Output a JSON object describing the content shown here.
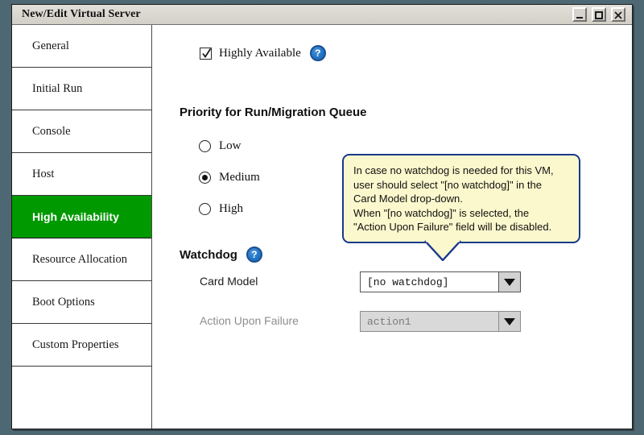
{
  "window": {
    "title": "New/Edit Virtual Server",
    "controls": {
      "minimize": "minimize-button",
      "maximize": "maximize-button",
      "close": "close-button"
    },
    "background_color": "#4d6773",
    "titlebar_color": "#d8d5cd"
  },
  "sidebar": {
    "selected_color": "#009900",
    "items": [
      {
        "label": "General",
        "selected": false
      },
      {
        "label": "Initial Run",
        "selected": false
      },
      {
        "label": "Console",
        "selected": false
      },
      {
        "label": "Host",
        "selected": false
      },
      {
        "label": "High Availability",
        "selected": true
      },
      {
        "label": "Resource Allocation",
        "selected": false
      },
      {
        "label": "Boot Options",
        "selected": false
      },
      {
        "label": "Custom Properties",
        "selected": false
      },
      {
        "label": "",
        "selected": false
      }
    ]
  },
  "main": {
    "highly_available": {
      "label": "Highly Available",
      "checked": true,
      "help_icon": "question-mark-icon"
    },
    "priority": {
      "title": "Priority for Run/Migration Queue",
      "options": [
        {
          "label": "Low",
          "selected": false
        },
        {
          "label": "Medium",
          "selected": true
        },
        {
          "label": "High",
          "selected": false
        }
      ]
    },
    "watchdog": {
      "title": "Watchdog",
      "help_icon": "question-mark-icon",
      "fields": [
        {
          "label": "Card Model",
          "value": "[no watchdog]",
          "disabled": false
        },
        {
          "label": "Action Upon Failure",
          "value": "action1",
          "disabled": true
        }
      ]
    }
  },
  "tooltip": {
    "border_color": "#17398c",
    "background_color": "#fcf8cd",
    "lines": [
      "In case no watchdog is needed for this VM,",
      "user should select \"[no watchdog]\" in the",
      "Card Model drop-down.",
      "When \"[no watchdog]\" is selected, the",
      "\"Action Upon Failure\" field will be disabled."
    ]
  }
}
